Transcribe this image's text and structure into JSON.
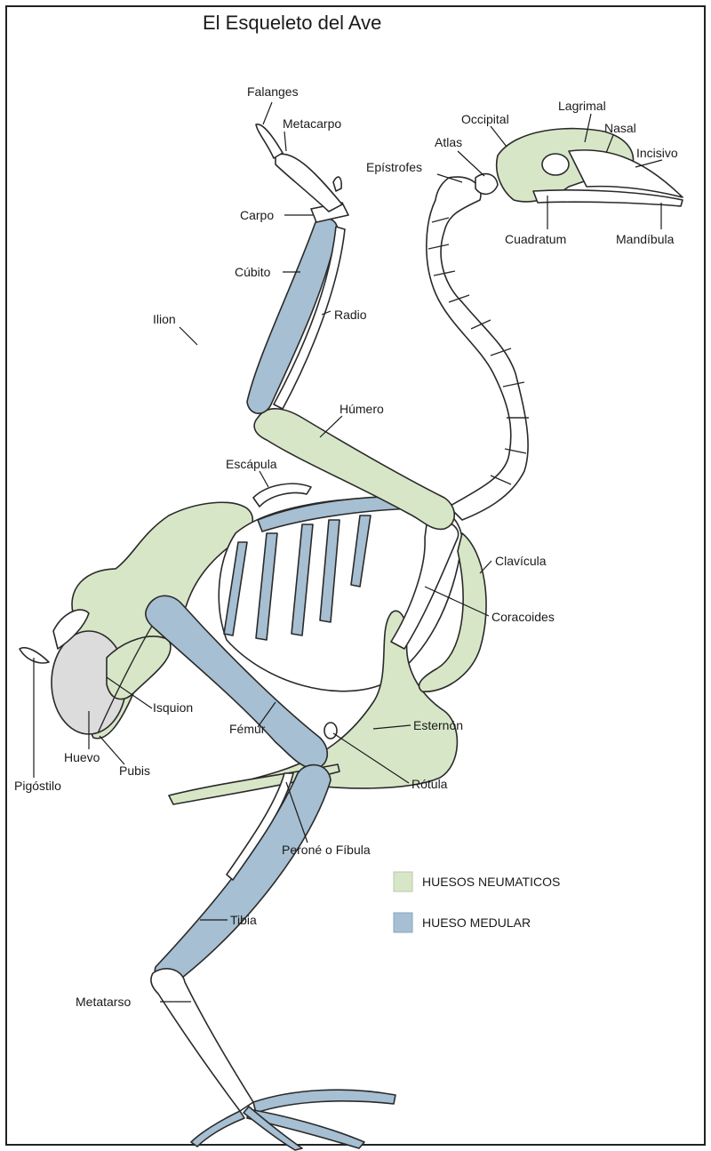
{
  "title": "El Esqueleto del Ave",
  "colors": {
    "pneumatic": "#d8e6c8",
    "medullary": "#a6bfd2",
    "plain": "#ffffff",
    "egg": "#dcdcdc",
    "outline": "#2a2a2a"
  },
  "labels": {
    "falanges": "Falanges",
    "metacarpo": "Metacarpo",
    "carpo": "Carpo",
    "cubito": "Cúbito",
    "radio": "Radio",
    "humero": "Húmero",
    "escapula": "Escápula",
    "ilion": "Ilion",
    "occipital": "Occipital",
    "lagrimal": "Lagrimal",
    "nasal": "Nasal",
    "atlas": "Atlas",
    "incisivo": "Incisivo",
    "epistrofes": "Epístrofes",
    "cuadratum": "Cuadratum",
    "mandibula": "Mandíbula",
    "clavicula": "Clavícula",
    "coracoides": "Coracoides",
    "isquion": "Isquion",
    "femur": "Fémur",
    "esternon": "Esternón",
    "huevo": "Huevo",
    "pubis": "Pubis",
    "pigostilo": "Pigóstilo",
    "rotula": "Rótula",
    "perone": "Peroné o Fíbula",
    "tibia": "Tibia",
    "metatarso": "Metatarso"
  },
  "legend": {
    "pneumatic": "HUESOS NEUMATICOS",
    "medullary": "HUESO MEDULAR"
  }
}
